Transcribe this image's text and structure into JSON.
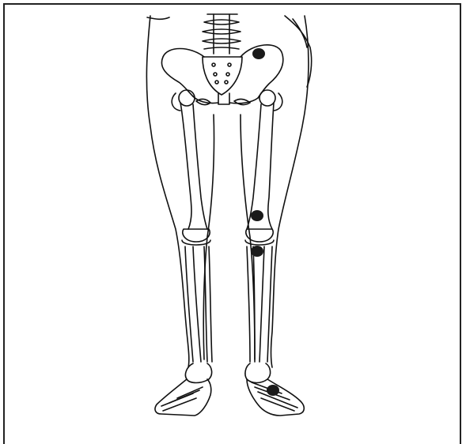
{
  "figure": {
    "subject": "skeleton-lower-body",
    "marker_color": "#1a1a1a",
    "line_color": "#111111",
    "markers": [
      {
        "name": "marker-left-iliac"
      },
      {
        "name": "marker-left-distal-femur"
      },
      {
        "name": "marker-left-proximal-tibia"
      },
      {
        "name": "marker-left-foot"
      }
    ]
  },
  "caption": {
    "text": ""
  }
}
